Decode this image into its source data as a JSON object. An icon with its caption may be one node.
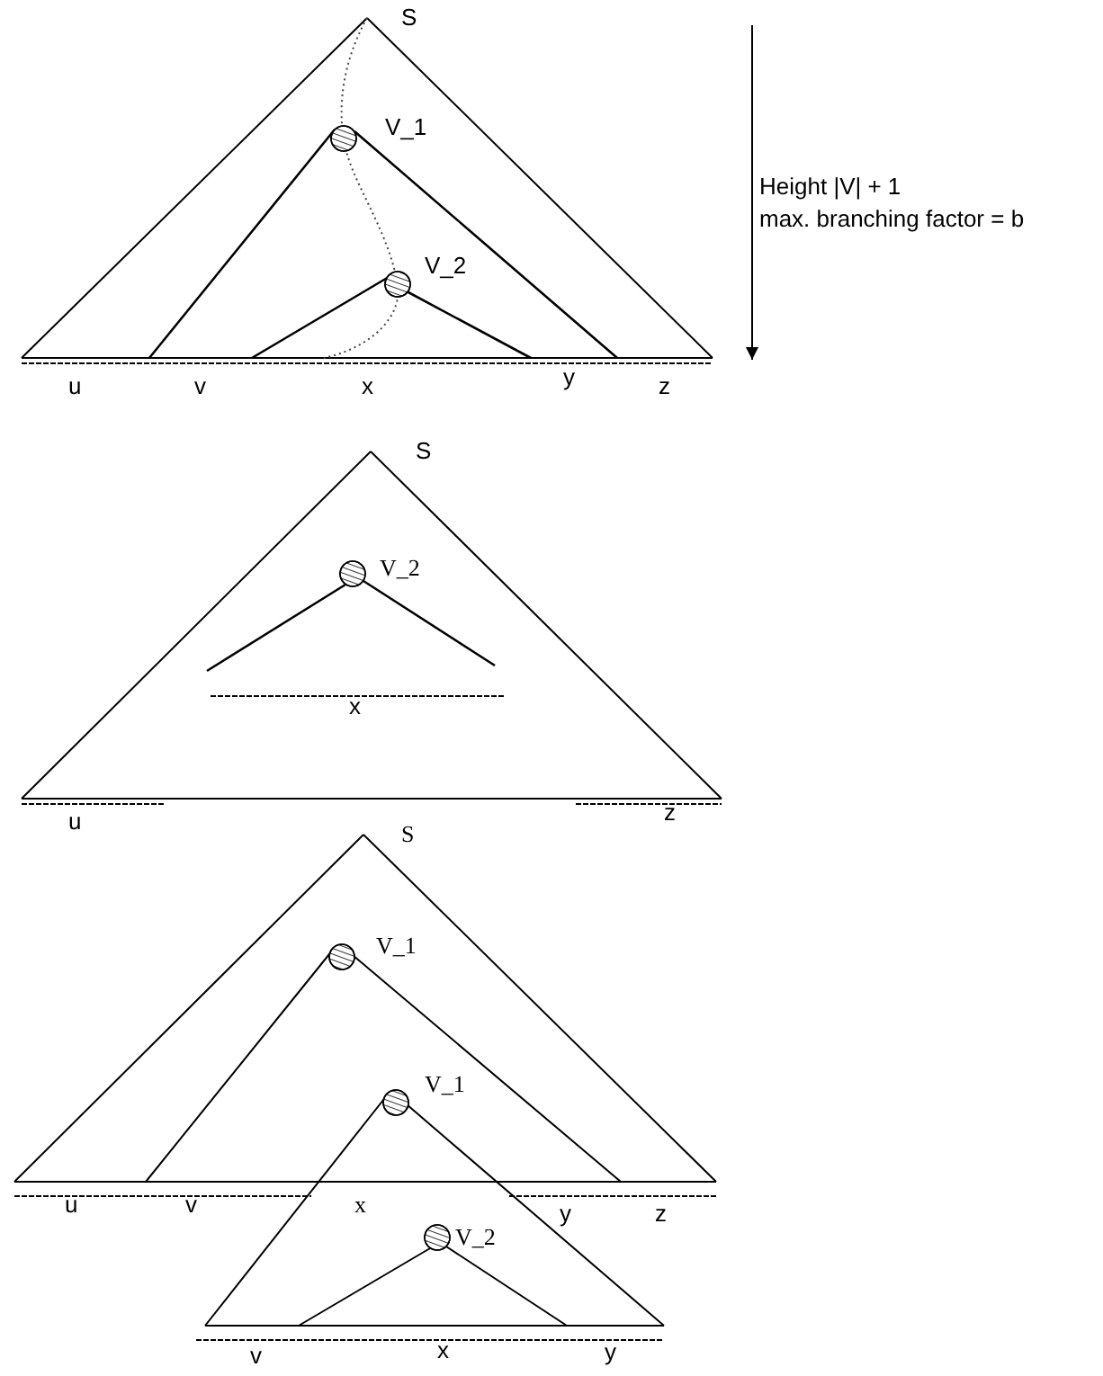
{
  "diagram": {
    "labels": [
      "S",
      "V_1",
      "Height |V| + 1",
      "max. branching factor = b",
      "V_2",
      "u",
      "v",
      "x",
      "y",
      "z",
      "S",
      "V_2",
      "x",
      "u",
      "z",
      "S",
      "V_1",
      "V_1",
      "u",
      "v",
      "x",
      "y",
      "z",
      "V_2",
      "v",
      "x",
      "y"
    ]
  }
}
